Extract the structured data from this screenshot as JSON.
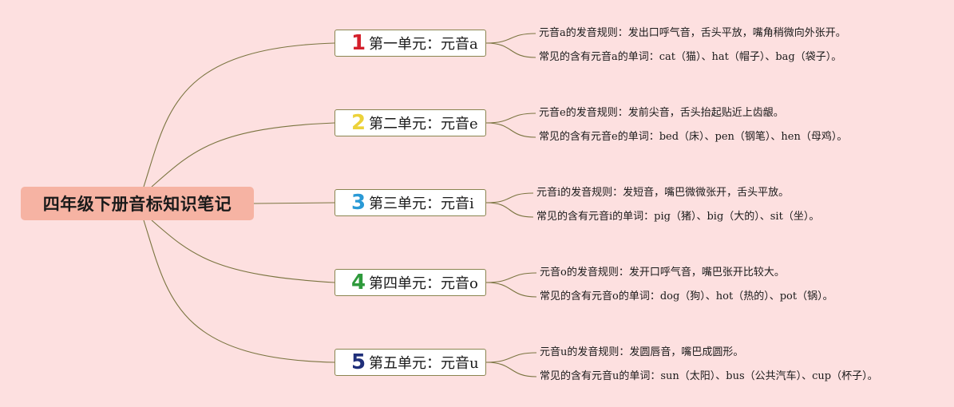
{
  "title": "四年级下册音标知识笔记",
  "units": [
    {
      "number": "1",
      "number_color": "#d4202c",
      "label": "第一单元：元音a",
      "rule": "元音a的发音规则：发出口呼气音，舌头平放，嘴角稍微向外张开。",
      "words": "常见的含有元音a的单词：cat（猫）、hat（帽子）、bag（袋子）。"
    },
    {
      "number": "2",
      "number_color": "#ecd23a",
      "label": "第二单元：元音e",
      "rule": "元音e的发音规则：发前尖音，舌头抬起贴近上齿龈。",
      "words": "常见的含有元音e的单词：bed（床）、pen（钢笔）、hen（母鸡）。"
    },
    {
      "number": "3",
      "number_color": "#2a9ad6",
      "label": "第三单元：元音i",
      "rule": "元音i的发音规则：发短音，嘴巴微微张开，舌头平放。",
      "words": "常见的含有元音i的单词：pig（猪）、big（大的）、sit（坐）。"
    },
    {
      "number": "4",
      "number_color": "#2e9a3c",
      "label": "第四单元：元音o",
      "rule": "元音o的发音规则：发开口呼气音，嘴巴张开比较大。",
      "words": "常见的含有元音o的单词：dog（狗）、hot（热的）、pot（锅）。"
    },
    {
      "number": "5",
      "number_color": "#1f2f7a",
      "label": "第五单元：元音u",
      "rule": "元音u的发音规则：发圆唇音，嘴巴成圆形。",
      "words": "常见的含有元音u的单词：sun（太阳）、bus（公共汽车）、cup（杯子）。"
    }
  ]
}
